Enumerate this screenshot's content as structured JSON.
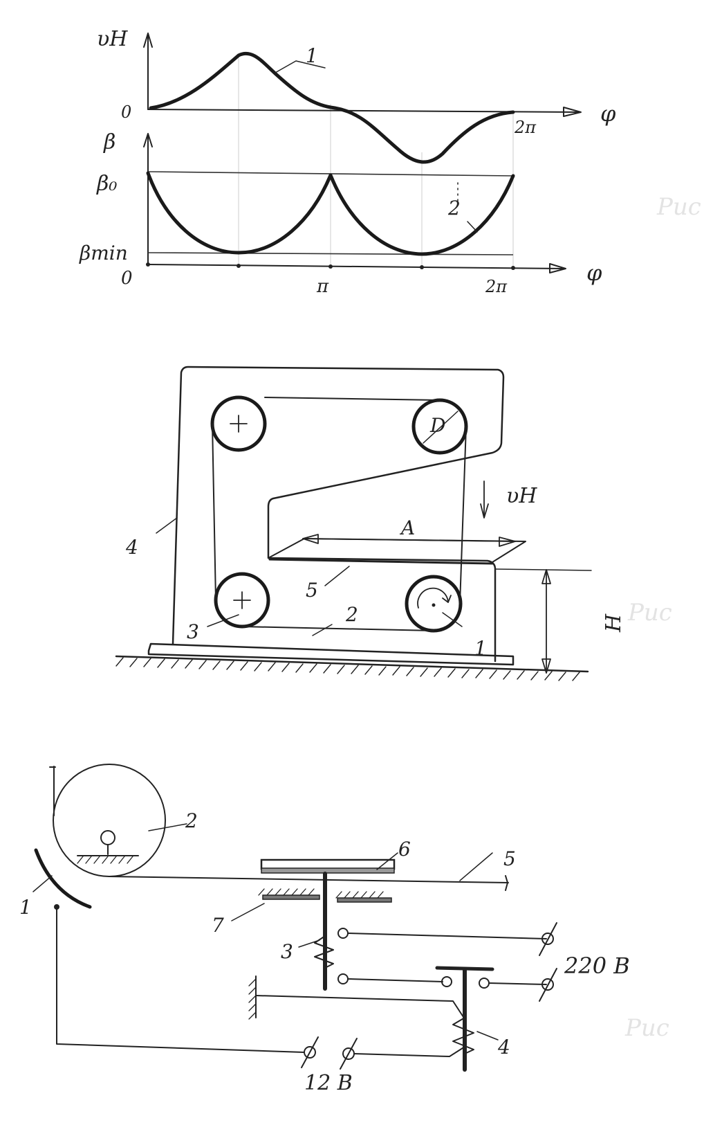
{
  "graph": {
    "label_vh_axis": "υН",
    "label_zero_top": "0",
    "label_beta_axis": "β",
    "label_beta0": "β₀",
    "label_betamin": "βmin",
    "label_zero_bottom": "0",
    "label_phi_top": "φ",
    "label_phi_bottom": "φ",
    "label_2pi_top": "2π",
    "label_pi": "π",
    "label_2pi_bottom": "2π",
    "curve1_label": "1",
    "curve2_label": "2"
  },
  "device": {
    "label_D": "D",
    "label_vh": "υН",
    "label_A": "A",
    "label_H": "H",
    "label_1": "1",
    "label_2": "2",
    "label_3": "3",
    "label_4": "4",
    "label_5": "5"
  },
  "circuit": {
    "label_1": "1",
    "label_2": "2",
    "label_3": "3",
    "label_4": "4",
    "label_5": "5",
    "label_6": "6",
    "label_7": "7",
    "label_220": "220 В",
    "label_12": "12 В"
  },
  "faint_captions": [
    "Рис",
    "Рис",
    "Рис"
  ]
}
